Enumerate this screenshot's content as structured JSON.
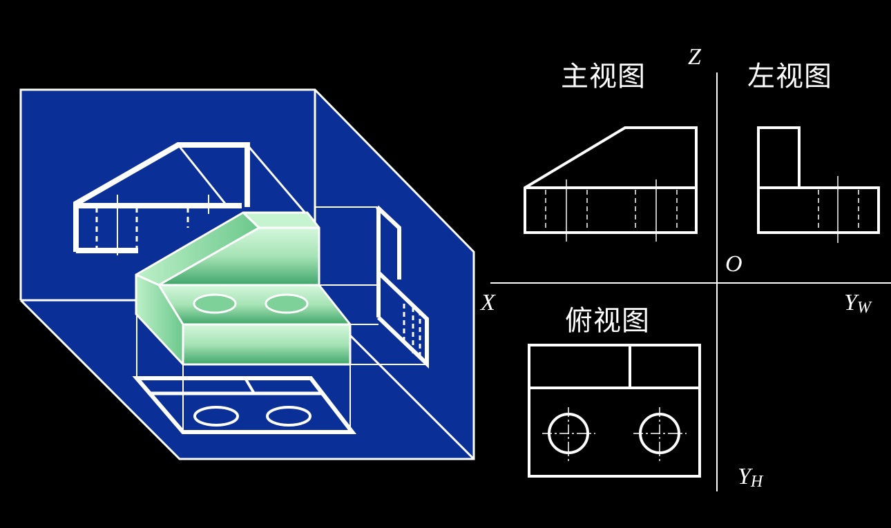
{
  "titles": {
    "front_view": "主视图",
    "left_view": "左视图",
    "top_view": "俯视图"
  },
  "axes": {
    "z": "Z",
    "origin": "O",
    "x": "X",
    "yw": "Y",
    "yw_sub": "W",
    "yh": "Y",
    "yh_sub": "H"
  },
  "colors": {
    "background": "#000000",
    "projection_box": "#0a2f96",
    "object_green": "#a8e6b8",
    "lines": "#ffffff"
  }
}
